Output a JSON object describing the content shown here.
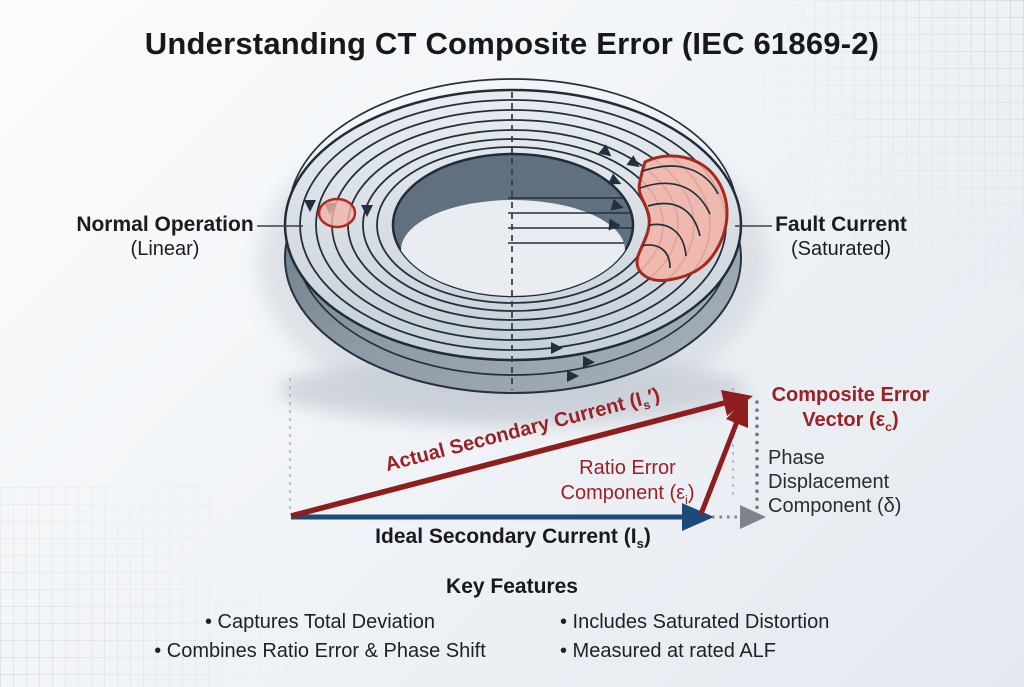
{
  "title": "Understanding CT Composite Error (IEC 61869-2)",
  "core_labels": {
    "normal": {
      "line1": "Normal Operation",
      "line2": "(Linear)"
    },
    "fault": {
      "line1": "Fault Current",
      "line2": "(Saturated)"
    }
  },
  "vector_diagram": {
    "actual": {
      "pre": "Actual Secondary Current (I",
      "sub": "s",
      "post": "′)"
    },
    "ideal": {
      "pre": "Ideal Secondary Current (I",
      "sub": "s",
      "post": ")"
    },
    "ratio_error": {
      "line1": "Ratio Error",
      "line2_pre": "Component (ε",
      "line2_sub": "i",
      "line2_post": ")"
    },
    "composite_error": {
      "line1": "Composite Error",
      "line2_pre": "Vector (ε",
      "line2_sub": "c",
      "line2_post": ")"
    },
    "phase_displacement": {
      "line1": "Phase",
      "line2": "Displacement",
      "line3": "Component (δ)"
    }
  },
  "key_features": {
    "heading": "Key Features",
    "left": [
      "• Captures Total Deviation",
      "• Combines Ratio Error & Phase Shift"
    ],
    "right": [
      "• Includes Saturated Distortion",
      "• Measured at rated ALF"
    ]
  },
  "colors": {
    "dark_red_text": "#9a2126",
    "dark_red_arrow": "#8e1d1d",
    "navy_arrow": "#1d4a78",
    "gray_arrow": "#7d858c",
    "flux_line": "#22303e",
    "saturated_fill": "#f2b5a9",
    "saturated_stroke": "#a5291e",
    "title_text": "#17181b",
    "body_text": "#1f2023"
  }
}
